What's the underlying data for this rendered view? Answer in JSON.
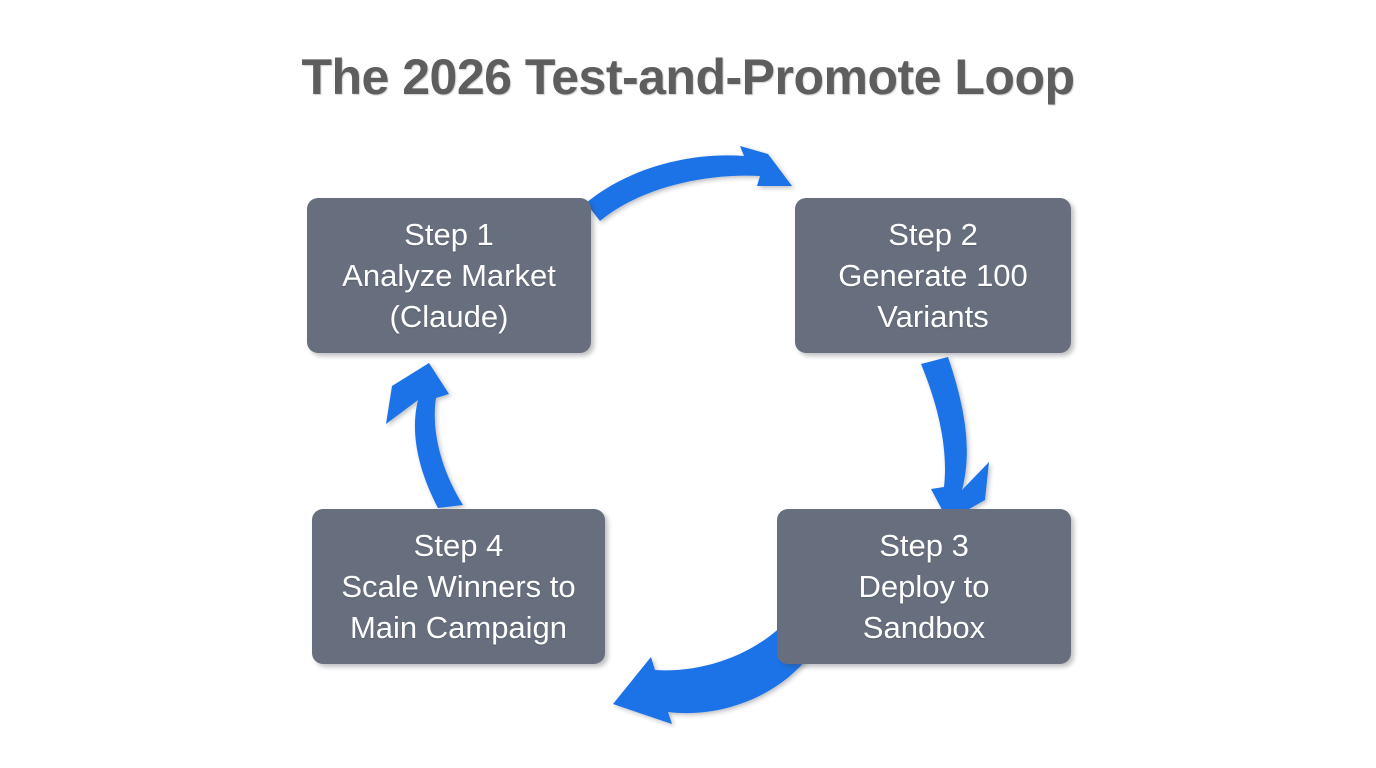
{
  "title": "The 2026 Test-and-Promote Loop",
  "background_color": "#ffffff",
  "title_color": "#5e5e5e",
  "box_color": "#676f7e",
  "box_text_color": "#ffffff",
  "arrow_color": "#1a73e8",
  "steps": [
    {
      "id": "step-1",
      "label": "Step 1",
      "text": "Step 1\nAnalyze Market\n(Claude)",
      "lines": [
        "Step 1",
        "Analyze Market",
        "(Claude)"
      ]
    },
    {
      "id": "step-2",
      "label": "Step 2",
      "text": "Step 2\nGenerate 100\nVariants",
      "lines": [
        "Step 2",
        "Generate 100",
        "Variants"
      ]
    },
    {
      "id": "step-3",
      "label": "Step 3",
      "text": "Step 3\nDeploy to\nSandbox",
      "lines": [
        "Step 3",
        "Deploy to",
        "Sandbox"
      ]
    },
    {
      "id": "step-4",
      "label": "Step 4",
      "text": "Step 4\nScale Winners to\nMain Campaign",
      "lines": [
        "Step 4",
        "Scale Winners to",
        "Main Campaign"
      ]
    }
  ],
  "arrows": [
    {
      "id": "arrow-top",
      "from": "step-1",
      "to": "step-2",
      "direction": "right"
    },
    {
      "id": "arrow-right",
      "from": "step-2",
      "to": "step-3",
      "direction": "down"
    },
    {
      "id": "arrow-bottom",
      "from": "step-3",
      "to": "step-4",
      "direction": "left"
    },
    {
      "id": "arrow-left",
      "from": "step-4",
      "to": "step-1",
      "direction": "up"
    }
  ]
}
